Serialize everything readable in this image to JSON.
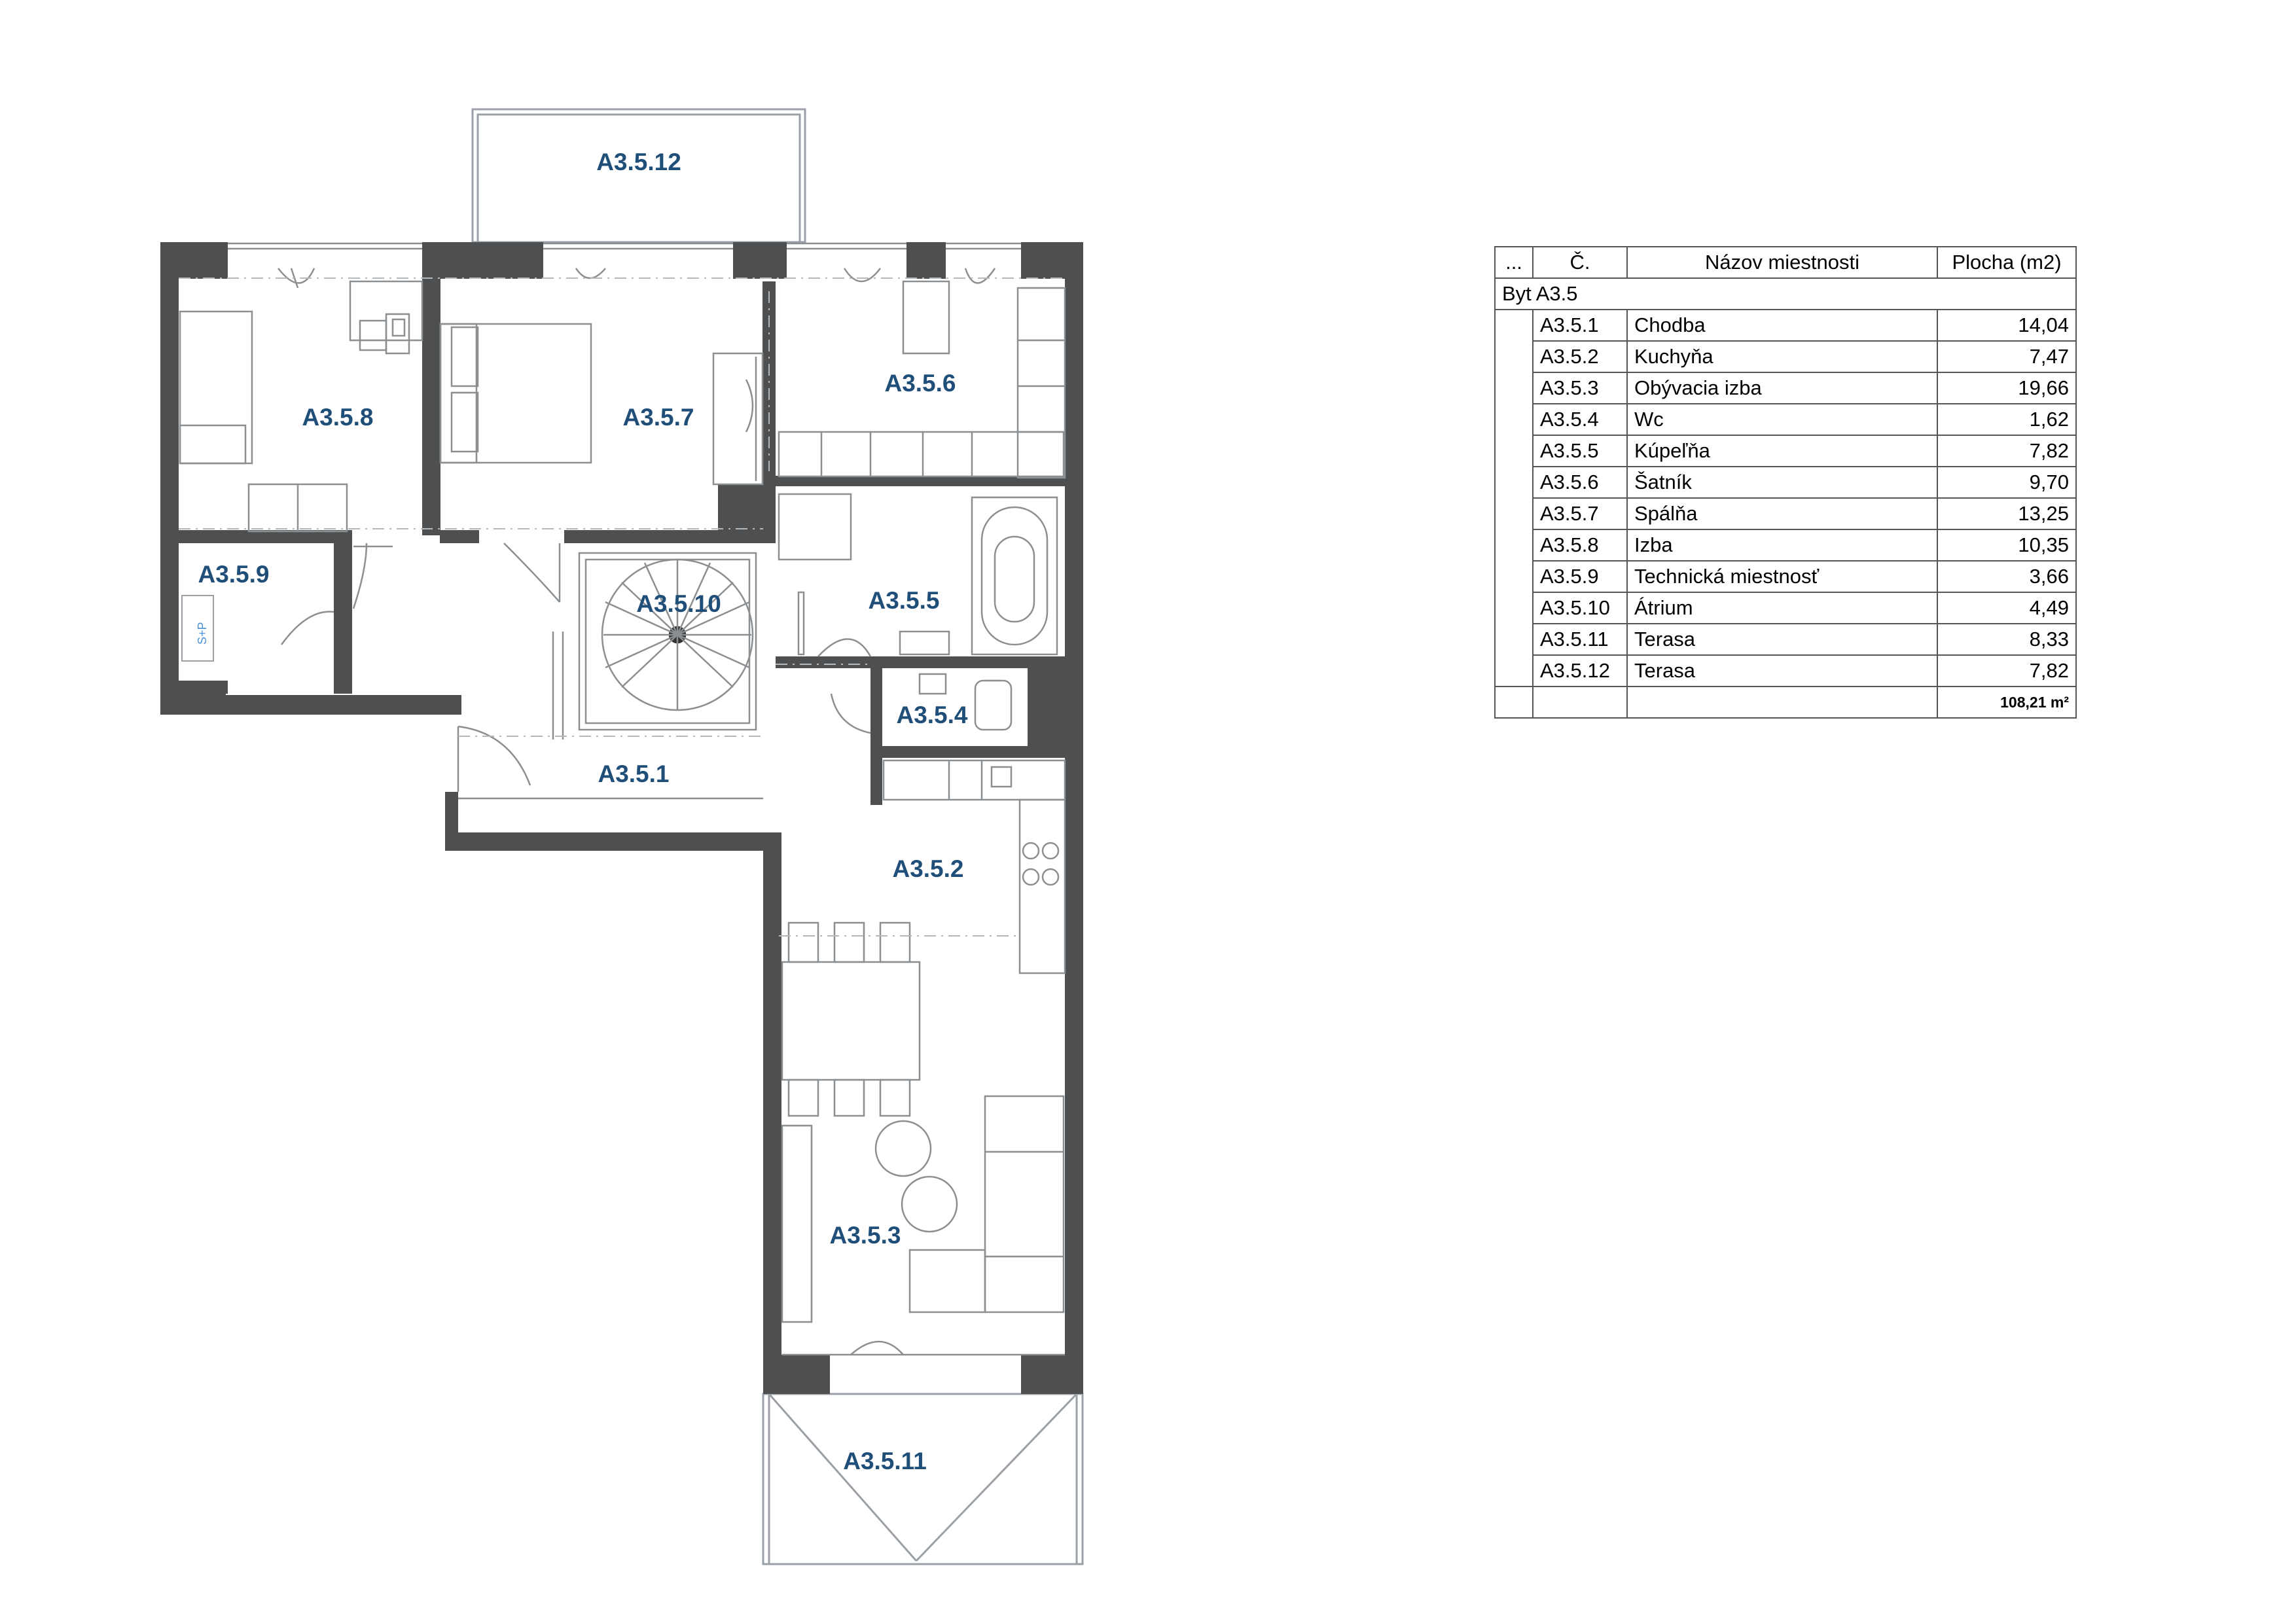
{
  "plan": {
    "labels": {
      "chodba": "A3.5.1",
      "kuchyna": "A3.5.2",
      "obyvacia": "A3.5.3",
      "wc": "A3.5.4",
      "kupelna": "A3.5.5",
      "satnik": "A3.5.6",
      "spalna": "A3.5.7",
      "izba": "A3.5.8",
      "technicka": "A3.5.9",
      "atrium": "A3.5.10",
      "terasa_11": "A3.5.11",
      "terasa_12": "A3.5.12"
    },
    "sp_mark": "S+P"
  },
  "table": {
    "header": {
      "col0": "...",
      "col1": "Č.",
      "col2": "Názov miestnosti",
      "col3": "Plocha (m2)"
    },
    "group_label": "Byt A3.5",
    "rows": [
      {
        "no": "A3.5.1",
        "name": "Chodba",
        "area": "14,04"
      },
      {
        "no": "A3.5.2",
        "name": "Kuchyňa",
        "area": "7,47"
      },
      {
        "no": "A3.5.3",
        "name": "Obývacia izba",
        "area": "19,66"
      },
      {
        "no": "A3.5.4",
        "name": "Wc",
        "area": "1,62"
      },
      {
        "no": "A3.5.5",
        "name": "Kúpeľňa",
        "area": "7,82"
      },
      {
        "no": "A3.5.6",
        "name": "Šatník",
        "area": "9,70"
      },
      {
        "no": "A3.5.7",
        "name": "Spálňa",
        "area": "13,25"
      },
      {
        "no": "A3.5.8",
        "name": "Izba",
        "area": "10,35"
      },
      {
        "no": "A3.5.9",
        "name": "Technická miestnosť",
        "area": "3,66"
      },
      {
        "no": "A3.5.10",
        "name": "Átrium",
        "area": "4,49"
      },
      {
        "no": "A3.5.11",
        "name": "Terasa",
        "area": "8,33"
      },
      {
        "no": "A3.5.12",
        "name": "Terasa",
        "area": "7,82"
      }
    ],
    "total": "108,21 m²"
  }
}
